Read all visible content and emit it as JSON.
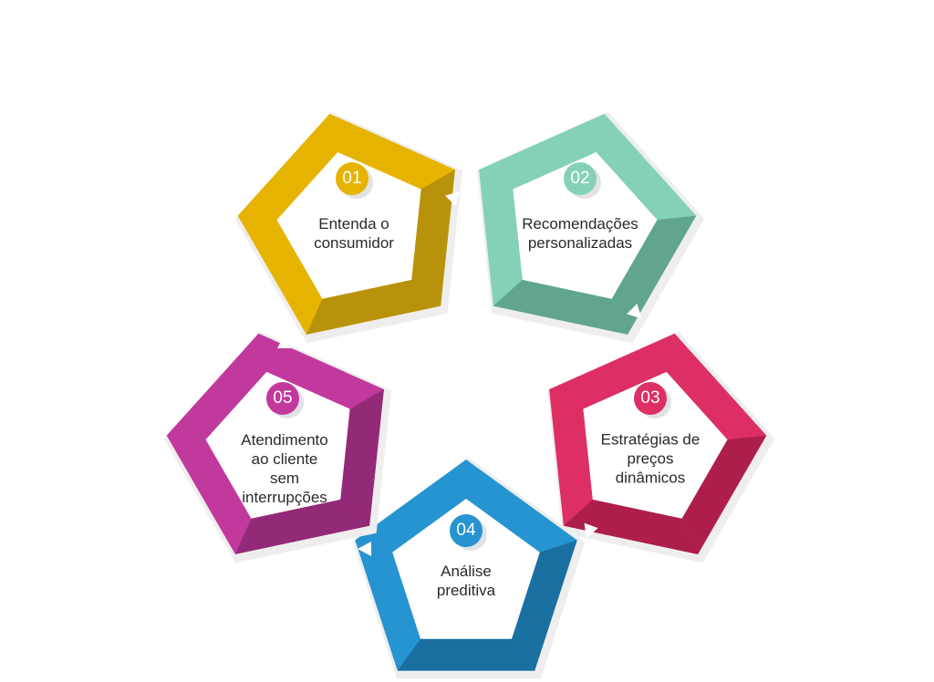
{
  "steps": [
    {
      "number": "01",
      "lines": [
        "Entenda o",
        "consumidor"
      ],
      "color": "#e6b400",
      "dark": "#b8920b",
      "name": "step-01-understand-consumer"
    },
    {
      "number": "02",
      "lines": [
        "Recomendações",
        "personalizadas"
      ],
      "color": "#84d1b6",
      "dark": "#62a58f",
      "name": "step-02-personalized-recommendations"
    },
    {
      "number": "03",
      "lines": [
        "Estratégias de",
        "preços",
        "dinâmicos"
      ],
      "color": "#dd2f63",
      "dark": "#ad1f4a",
      "name": "step-03-dynamic-pricing"
    },
    {
      "number": "04",
      "lines": [
        "Análise",
        "preditiva"
      ],
      "color": "#2694d0",
      "dark": "#1a6fa1",
      "name": "step-04-predictive-analysis"
    },
    {
      "number": "05",
      "lines": [
        "Atendimento",
        "ao cliente",
        "sem",
        "interrupções"
      ],
      "color": "#c2399d",
      "dark": "#932a77",
      "name": "step-05-seamless-customer-service"
    }
  ]
}
